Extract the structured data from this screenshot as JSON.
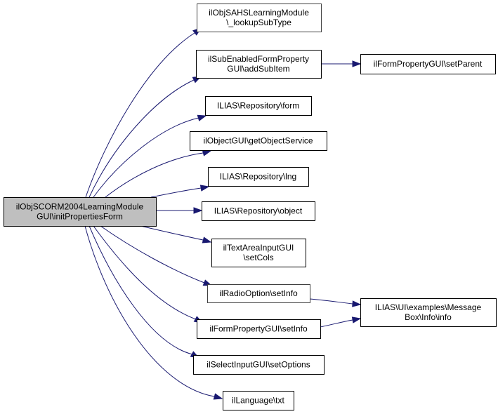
{
  "diagram": {
    "type": "call-graph",
    "colors": {
      "edge": "#191970",
      "root_fill": "#bfbfbf",
      "node_fill": "#ffffff",
      "node_border": "#000000"
    },
    "root": {
      "id": "root",
      "lines": [
        "ilObjSCORM2004LearningModule",
        "GUI\\initPropertiesForm"
      ]
    },
    "nodes": [
      {
        "id": "n1",
        "lines": [
          "ilObjSAHSLearningModule",
          "\\_lookupSubType"
        ]
      },
      {
        "id": "n2",
        "lines": [
          "ilSubEnabledFormProperty",
          "GUI\\addSubItem"
        ]
      },
      {
        "id": "n3",
        "lines": [
          "ilFormPropertyGUI\\setParent"
        ]
      },
      {
        "id": "n4",
        "lines": [
          "ILIAS\\Repository\\form"
        ]
      },
      {
        "id": "n5",
        "lines": [
          "ilObjectGUI\\getObjectService"
        ]
      },
      {
        "id": "n6",
        "lines": [
          "ILIAS\\Repository\\lng"
        ]
      },
      {
        "id": "n7",
        "lines": [
          "ILIAS\\Repository\\object"
        ]
      },
      {
        "id": "n8",
        "lines": [
          "ilTextAreaInputGUI",
          "\\setCols"
        ]
      },
      {
        "id": "n9",
        "lines": [
          "ilRadioOption\\setInfo"
        ]
      },
      {
        "id": "n10",
        "lines": [
          "ilFormPropertyGUI\\setInfo"
        ]
      },
      {
        "id": "n11",
        "lines": [
          "ilSelectInputGUI\\setOptions"
        ]
      },
      {
        "id": "n12",
        "lines": [
          "ilLanguage\\txt"
        ]
      },
      {
        "id": "n13",
        "lines": [
          "ILIAS\\UI\\examples\\Message",
          "Box\\Info\\info"
        ]
      }
    ],
    "edges": [
      {
        "from": "root",
        "to": "n1"
      },
      {
        "from": "root",
        "to": "n2"
      },
      {
        "from": "root",
        "to": "n4"
      },
      {
        "from": "root",
        "to": "n5"
      },
      {
        "from": "root",
        "to": "n6"
      },
      {
        "from": "root",
        "to": "n7"
      },
      {
        "from": "root",
        "to": "n8"
      },
      {
        "from": "root",
        "to": "n9"
      },
      {
        "from": "root",
        "to": "n10"
      },
      {
        "from": "root",
        "to": "n11"
      },
      {
        "from": "root",
        "to": "n12"
      },
      {
        "from": "n2",
        "to": "n3"
      },
      {
        "from": "n9",
        "to": "n13"
      },
      {
        "from": "n10",
        "to": "n13"
      }
    ]
  }
}
